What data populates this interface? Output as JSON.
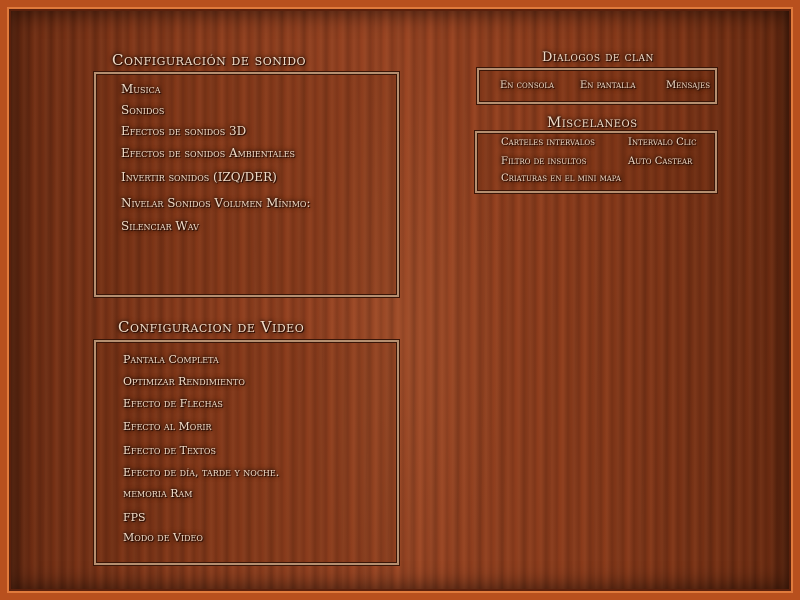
{
  "sound": {
    "title": "Configuración de sonido",
    "items": [
      "Musica",
      "Sonidos",
      "Efectos de sonidos 3D",
      "Efectos de sonidos Ambientales",
      "Invertir sonidos (IZQ/DER)",
      "Nivelar Sonidos  Volumen Mínimo:",
      "Silenciar Wav"
    ]
  },
  "video": {
    "title": "Configuracion de Video",
    "items": [
      "Pantala Completa",
      "Optimizar Rendimiento",
      "Efecto de Flechas",
      "Efecto al Morir",
      "Efecto de Textos",
      "Efecto de día, tarde y noche.",
      "memoria Ram",
      "FPS",
      "Modo de Video"
    ]
  },
  "clan": {
    "title": "Dialogos de clan",
    "options": [
      "En consola",
      "En pantalla",
      "Mensajes"
    ]
  },
  "misc": {
    "title": "Miscelaneos",
    "options": [
      "Carteles intervalos",
      "Intervalo Clic",
      "Filtro de insultos",
      "Auto Castear",
      "Criaturas en el mini mapa"
    ]
  },
  "colors": {
    "frame": "#b8501e",
    "wood": "#8c3c1c",
    "text": "#f1dcc8",
    "panel_border": "#b58f70"
  }
}
